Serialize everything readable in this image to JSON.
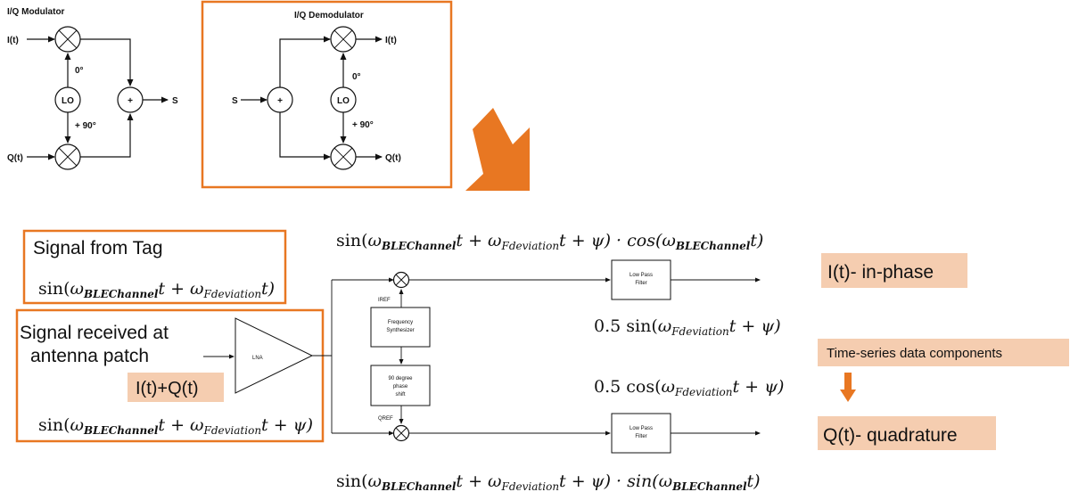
{
  "modulator": {
    "title": "I/Q Modulator",
    "in_i": "I(t)",
    "in_q": "Q(t)",
    "lo": "LO",
    "phase0": "0°",
    "phase90": "+ 90°",
    "sum": "+",
    "out": "S"
  },
  "demodulator": {
    "title": "I/Q Demodulator",
    "in_s": "S",
    "sum": "+",
    "lo": "LO",
    "phase0": "0°",
    "phase90": "+ 90°",
    "out_i": "I(t)",
    "out_q": "Q(t)"
  },
  "receiver": {
    "tag_title": "Signal from Tag",
    "tag_expr": {
      "a": "sin(",
      "w1": "ω",
      "s1": "BLEChannel",
      "b": "t + ",
      "w2": "ω",
      "s2": "Fdeviation",
      "c": "t)"
    },
    "antenna_line1": "Signal received at",
    "antenna_line2": "antenna patch",
    "iq_sum": "I(t)+Q(t)",
    "rx_expr": {
      "a": "sin(",
      "w1": "ω",
      "s1": "BLEChannel",
      "b": "t + ",
      "w2": "ω",
      "s2": "Fdeviation",
      "c": "t + ψ)"
    },
    "lna": "LNA",
    "iref": "IREF",
    "qref": "QREF",
    "synth_l1": "Frequency",
    "synth_l2": "Synthesizer",
    "shift_l1": "90 degree",
    "shift_l2": "phase",
    "shift_l3": "shift",
    "lpf_l1": "Low Pass",
    "lpf_l2": "Filter",
    "top_expr": {
      "a": "sin(",
      "w1": "ω",
      "s1": "BLEChannel",
      "b": "t + ",
      "w2": "ω",
      "s2": "Fdeviation",
      "c": "t + ψ) · cos(",
      "w3": "ω",
      "s3": "BLEChannel",
      "d": "t)"
    },
    "bot_expr": {
      "a": "sin(",
      "w1": "ω",
      "s1": "BLEChannel",
      "b": "t + ",
      "w2": "ω",
      "s2": "Fdeviation",
      "c": "t + ψ) · sin(",
      "w3": "ω",
      "s3": "BLEChannel",
      "d": "t)"
    },
    "i_out_expr": {
      "a": "0.5 sin(",
      "w1": "ω",
      "s1": "Fdeviation",
      "b": "t + ψ)"
    },
    "q_out_expr": {
      "a": "0.5 cos(",
      "w1": "ω",
      "s1": "Fdeviation",
      "b": "t + ψ)"
    }
  },
  "labels": {
    "in_phase": "I(t)- in-phase",
    "time_series": "Time-series data components",
    "quadrature": "Q(t)- quadrature"
  },
  "colors": {
    "accent": "#E87722",
    "highlight": "#F5CDB0",
    "line": "#111111"
  }
}
